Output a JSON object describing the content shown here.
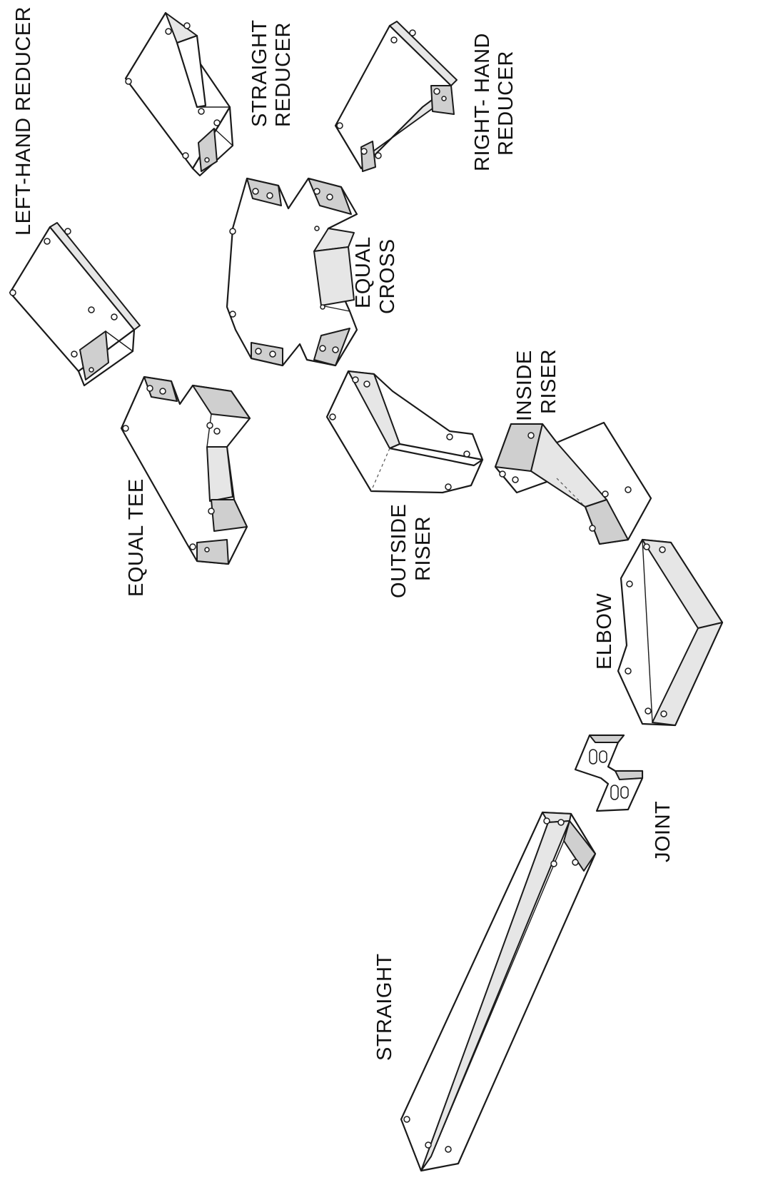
{
  "colors": {
    "ink": "#1a1a1a",
    "paper": "#ffffff",
    "shade": "#e6e6e6"
  },
  "labels": {
    "left_hand_reducer": "LEFT-HAND REDUCER",
    "straight_reducer_1": "STRAIGHT",
    "straight_reducer_2": "REDUCER",
    "right_hand_reducer_1": "RIGHT- HAND",
    "right_hand_reducer_2": "REDUCER",
    "equal_cross_1": "EQUAL",
    "equal_cross_2": "CROSS",
    "equal_tee": "EQUAL TEE",
    "inside_riser_1": "INSIDE",
    "inside_riser_2": "RISER",
    "outside_riser_1": "OUTSIDE",
    "outside_riser_2": "RISER",
    "elbow": "ELBOW",
    "joint": "JOINT",
    "straight": "STRAIGHT"
  }
}
